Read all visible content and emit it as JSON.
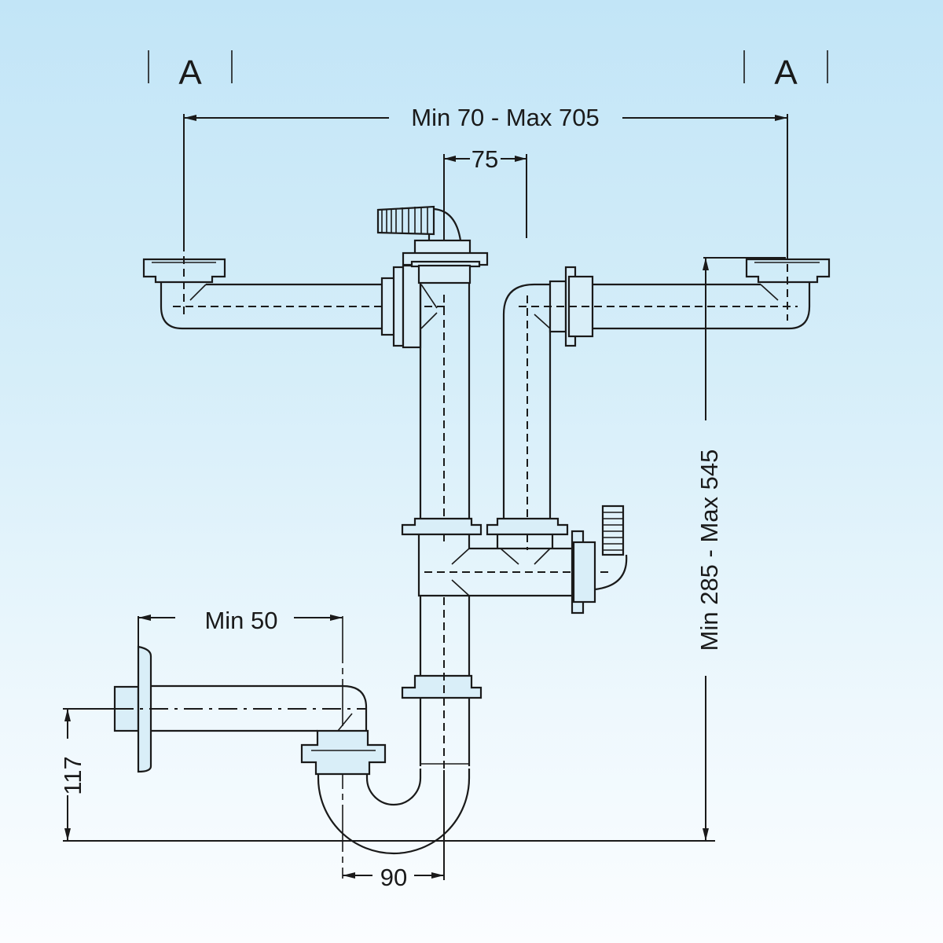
{
  "diagram": {
    "title": "Double sink siphon with overflow and appliance connections – dimensional drawing",
    "section_markers": [
      {
        "id": "left",
        "label": "A"
      },
      {
        "id": "right",
        "label": "A"
      }
    ],
    "dimensions": {
      "sink_spacing": {
        "label": "Min 70 - Max 705",
        "min": 70,
        "max": 705,
        "unit": "mm"
      },
      "outlet_offset": {
        "label": "75",
        "value": 75,
        "unit": "mm"
      },
      "height": {
        "label": "Min 285 - Max 545",
        "min": 285,
        "max": 545,
        "unit": "mm"
      },
      "wall_distance": {
        "label": "Min 50",
        "min": 50,
        "unit": "mm"
      },
      "outlet_height": {
        "label": "117",
        "value": 117,
        "unit": "mm"
      },
      "trap_width": {
        "label": "90",
        "value": 90,
        "unit": "mm"
      }
    },
    "components": [
      {
        "id": "left-sink-outlet",
        "label": "Left sink outlet"
      },
      {
        "id": "right-sink-outlet",
        "label": "Right sink outlet"
      },
      {
        "id": "top-hose-connector",
        "label": "Appliance hose connector (top)"
      },
      {
        "id": "side-hose-connector",
        "label": "Appliance hose connector (side)"
      },
      {
        "id": "tee-junction",
        "label": "Tee junction"
      },
      {
        "id": "u-trap",
        "label": "U-trap"
      },
      {
        "id": "wall-outlet",
        "label": "Wall outlet with rosette"
      }
    ],
    "colors": {
      "background_top": "#c2e5f7",
      "background_bottom": "#fbfdff",
      "line": "#1a1a1a"
    }
  }
}
